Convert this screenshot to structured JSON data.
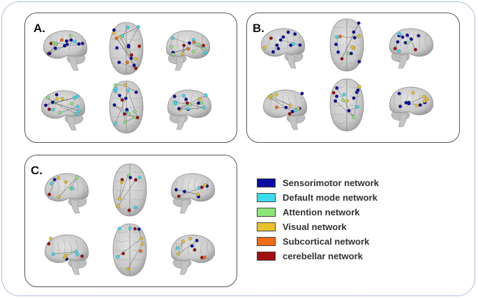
{
  "panels": [
    {
      "id": "A",
      "label": "A."
    },
    {
      "id": "B",
      "label": "B."
    },
    {
      "id": "C",
      "label": "C."
    }
  ],
  "legend": [
    {
      "label": "Sensorimotor network",
      "color": "#0a0aa0"
    },
    {
      "label": "Default mode network",
      "color": "#3cdcf0"
    },
    {
      "label": "Attention network",
      "color": "#8ce67a"
    },
    {
      "label": "Visual network",
      "color": "#e8c22c"
    },
    {
      "label": "Subcortical network",
      "color": "#f06c14"
    },
    {
      "label": "cerebellar network",
      "color": "#a01010"
    }
  ]
}
